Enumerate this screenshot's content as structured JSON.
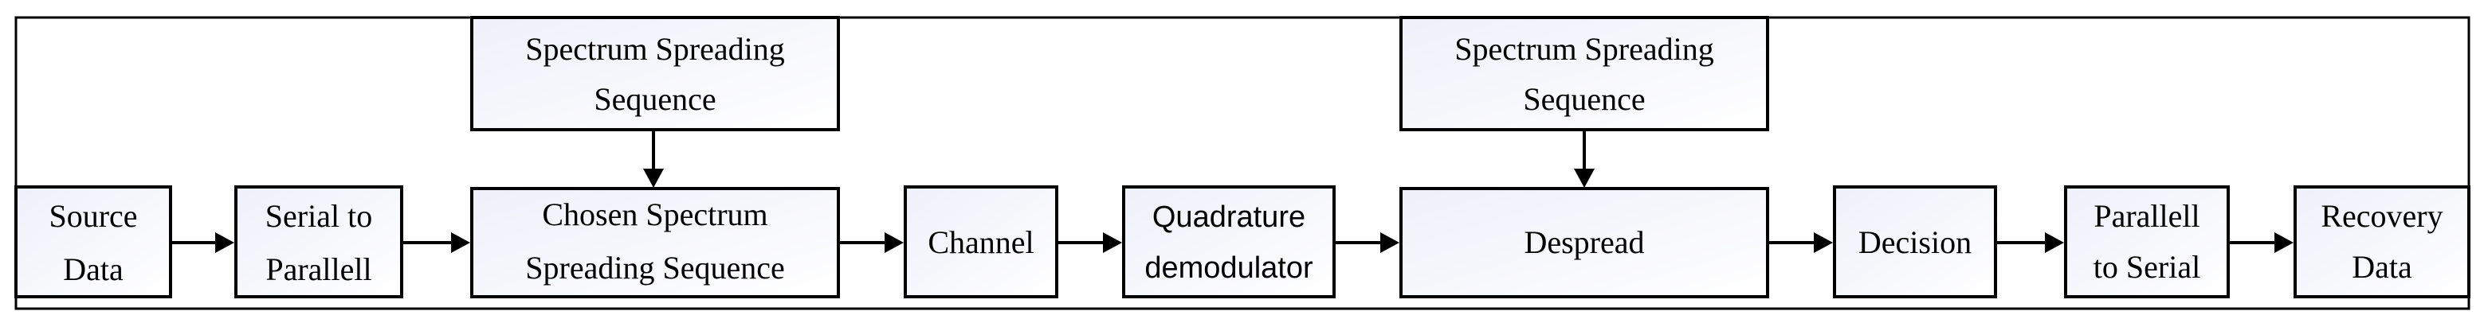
{
  "colors": {
    "box_gradient_start": "#eef0fa",
    "box_gradient_end": "#ffffff",
    "line": "#000000"
  },
  "blocks": {
    "source_data": [
      "Source",
      "Data"
    ],
    "serial_to_parallel": [
      "Serial to",
      "Parallell"
    ],
    "spreading_seq_tx": [
      "Spectrum Spreading",
      "Sequence"
    ],
    "chosen_seq": [
      "Chosen Spectrum",
      "Spreading Sequence"
    ],
    "channel": [
      "Channel"
    ],
    "quad_demod": [
      "Quadrature",
      "demodulator"
    ],
    "spreading_seq_rx": [
      "Spectrum Spreading",
      "Sequence"
    ],
    "despread": [
      "Despread"
    ],
    "decision": [
      "Decision"
    ],
    "parallel_to_serial": [
      "Parallell",
      "to Serial"
    ],
    "recovery_data": [
      "Recovery",
      "Data"
    ]
  }
}
